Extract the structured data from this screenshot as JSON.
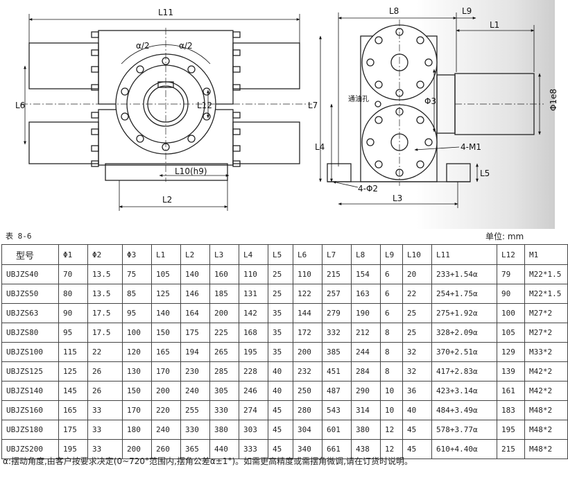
{
  "drawing": {
    "front_labels": {
      "l11": "L11",
      "a2_left": "α/2",
      "a2_right": "α/2",
      "l6": "L6",
      "l12": "L12",
      "l10": "L10(h9)",
      "l2": "L2"
    },
    "side_labels": {
      "l8": "L8",
      "l9": "L9",
      "l1": "L1",
      "phi1e8": "Φ1e8",
      "phi3": "Φ3",
      "l7": "L7",
      "l4": "L4",
      "m1": "4-M1",
      "l5": "L5",
      "phi2": "4-Φ2",
      "l3": "L3",
      "vent": "通油孔"
    }
  },
  "caption": "表 8-6",
  "unit": "单位: mm",
  "table": {
    "headers": [
      "型号",
      "Φ1",
      "Φ2",
      "Φ3",
      "L1",
      "L2",
      "L3",
      "L4",
      "L5",
      "L6",
      "L7",
      "L8",
      "L9",
      "L10",
      "L11",
      "L12",
      "M1"
    ],
    "rows": [
      [
        "UBJZS40",
        "70",
        "13.5",
        "75",
        "105",
        "140",
        "160",
        "110",
        "25",
        "110",
        "215",
        "154",
        "6",
        "20",
        "233+1.54α",
        "79",
        "M22*1.5"
      ],
      [
        "UBJZS50",
        "80",
        "13.5",
        "85",
        "125",
        "146",
        "185",
        "131",
        "25",
        "122",
        "257",
        "163",
        "6",
        "22",
        "254+1.75α",
        "90",
        "M22*1.5"
      ],
      [
        "UBJZS63",
        "90",
        "17.5",
        "95",
        "140",
        "164",
        "200",
        "142",
        "35",
        "144",
        "279",
        "190",
        "6",
        "25",
        "275+1.92α",
        "100",
        "M27*2"
      ],
      [
        "UBJZS80",
        "95",
        "17.5",
        "100",
        "150",
        "175",
        "225",
        "168",
        "35",
        "172",
        "332",
        "212",
        "8",
        "25",
        "328+2.09α",
        "105",
        "M27*2"
      ],
      [
        "UBJZS100",
        "115",
        "22",
        "120",
        "165",
        "194",
        "265",
        "195",
        "35",
        "200",
        "385",
        "244",
        "8",
        "32",
        "370+2.51α",
        "129",
        "M33*2"
      ],
      [
        "UBJZS125",
        "125",
        "26",
        "130",
        "170",
        "230",
        "285",
        "228",
        "40",
        "232",
        "451",
        "284",
        "8",
        "32",
        "417+2.83α",
        "139",
        "M42*2"
      ],
      [
        "UBJZS140",
        "145",
        "26",
        "150",
        "200",
        "240",
        "305",
        "246",
        "40",
        "250",
        "487",
        "290",
        "10",
        "36",
        "423+3.14α",
        "161",
        "M42*2"
      ],
      [
        "UBJZS160",
        "165",
        "33",
        "170",
        "220",
        "255",
        "330",
        "274",
        "45",
        "280",
        "543",
        "314",
        "10",
        "40",
        "484+3.49α",
        "183",
        "M48*2"
      ],
      [
        "UBJZS180",
        "175",
        "33",
        "180",
        "240",
        "330",
        "380",
        "303",
        "45",
        "304",
        "601",
        "380",
        "12",
        "45",
        "578+3.77α",
        "195",
        "M48*2"
      ],
      [
        "UBJZS200",
        "195",
        "33",
        "200",
        "260",
        "365",
        "440",
        "333",
        "45",
        "340",
        "661",
        "438",
        "12",
        "45",
        "610+4.40α",
        "215",
        "M48*2"
      ]
    ]
  },
  "footnote": "α:摆动角度,由客户按要求决定(0~720°范围内,摆角公差α±1°)。如需更高精度或需摆角微调,请在订货时说明。"
}
